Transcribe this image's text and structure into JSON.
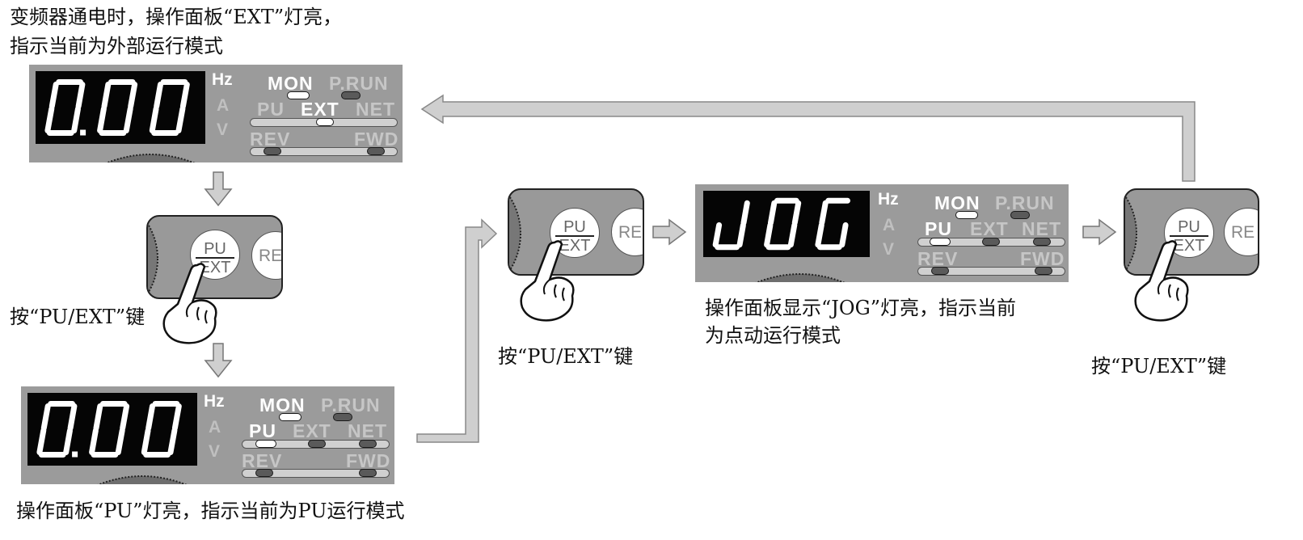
{
  "captions": {
    "step1_line1": "变频器通电时，操作面板“EXT”灯亮，",
    "step1_line2": "指示当前为外部运行模式",
    "press_key_1": "按“PU/EXT”键",
    "step2": "操作面板“PU”灯亮，指示当前为PU运行模式",
    "press_key_2": "按“PU/EXT”键",
    "step3_line1": "操作面板显示“JOG”灯亮，指示当前",
    "step3_line2": "为点动运行模式",
    "press_key_3": "按“PU/EXT”键"
  },
  "display_panels": [
    {
      "readout": "0.00",
      "units": [
        "Hz",
        "A",
        "V"
      ],
      "active_unit": "Hz",
      "mon": "MON",
      "prun": "P.RUN",
      "pu": "PU",
      "ext": "EXT",
      "net": "NET",
      "rev": "REV",
      "fwd": "FWD",
      "lit": [
        "MON",
        "EXT"
      ]
    },
    {
      "readout": "0.00",
      "units": [
        "Hz",
        "A",
        "V"
      ],
      "active_unit": "Hz",
      "mon": "MON",
      "prun": "P.RUN",
      "pu": "PU",
      "ext": "EXT",
      "net": "NET",
      "rev": "REV",
      "fwd": "FWD",
      "lit": [
        "MON",
        "PU"
      ]
    },
    {
      "readout": "JOG",
      "units": [
        "Hz",
        "A",
        "V"
      ],
      "active_unit": "Hz",
      "mon": "MON",
      "prun": "P.RUN",
      "pu": "PU",
      "ext": "EXT",
      "net": "NET",
      "rev": "REV",
      "fwd": "FWD",
      "lit": [
        "MON",
        "PU"
      ]
    }
  ],
  "key_panels": [
    {
      "key_top": "PU",
      "key_bottom": "EXT",
      "side_key": "RE"
    },
    {
      "key_top": "PU",
      "key_bottom": "EXT",
      "side_key": "RE"
    },
    {
      "key_top": "PU",
      "key_bottom": "EXT",
      "side_key": "RE"
    }
  ],
  "colors": {
    "panel_gray": "#9b9b9b",
    "lcd_black": "#050505",
    "segment_white": "#ffffff",
    "indicator_off": "#c6c6c6",
    "arrow_gray": "#cfcfcf"
  }
}
